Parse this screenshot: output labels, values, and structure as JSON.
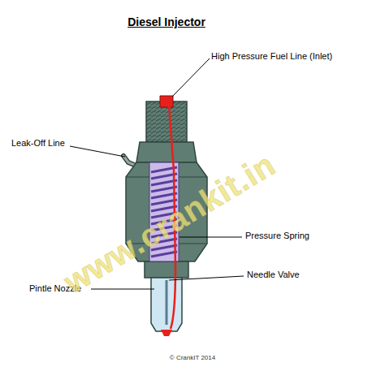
{
  "diagram": {
    "title": "Diesel Injector",
    "labels": [
      "High Pressure Fuel Line (Inlet)",
      "Leak-Off Line",
      "Pressure Spring",
      "Needle Valve",
      "Pintle Nozzle",
      "www.crankit.in",
      "© CrankIT 2014"
    ]
  }
}
